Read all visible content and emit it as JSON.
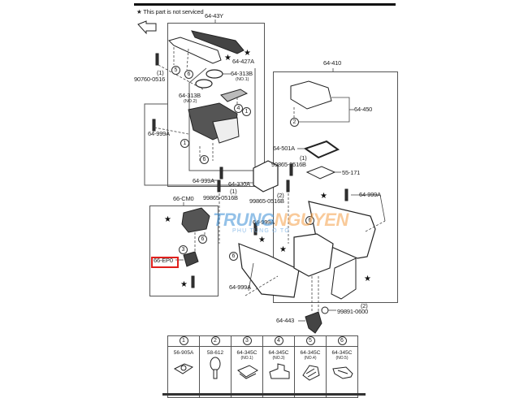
{
  "note": {
    "star": "★",
    "text": "This part is not serviced"
  },
  "fwd_label": "FWD",
  "watermark": {
    "brand_a": "TRUNG",
    "brand_b": "NGUYEN",
    "sub": "PHỤ TÙNG Ô TÔ",
    "color_a": "#3b8fd6",
    "color_b": "#f5a048"
  },
  "highlight_color": "#e0201c",
  "labels": {
    "p6443y": "64-43Y",
    "p64427a": "64-427A",
    "p64313b_1": "64-313B",
    "p64313b_1_sub": "(NO.1)",
    "p64313b_2": "64-313B",
    "p64313b_2_sub": "(NO.2)",
    "p90760_qty": "(1)",
    "p90760": "90760-0516",
    "p64999a_left": "64-999A",
    "p64999a_bottom": "64-999A",
    "p64330a": "64-330A",
    "p64410": "64-410",
    "p64450": "64-450",
    "p64501a": "64-501A",
    "p99865_a_qty": "(1)",
    "p99865_a": "99865-0516B",
    "p55171": "55-171",
    "p64999a_right": "64-999A",
    "p99865_b_qty": "(1)",
    "p99865_b": "99865-0516B",
    "p99865_c_qty": "(2)",
    "p99865_c": "99865-0516B",
    "p66cm0": "66-CM0",
    "p66ep0": "66-EP0",
    "p64999a_mid": "64-999A",
    "p64999a_lower": "64-999A",
    "p64443": "64-443",
    "p99891_qty": "(2)",
    "p99891": "99891-0600"
  },
  "callouts": {
    "c1": "1",
    "c2": "2",
    "c3": "3",
    "c4": "4",
    "c5": "5",
    "c6": "6"
  },
  "legend": [
    {
      "num": "1",
      "part": "56-905A",
      "sub": ""
    },
    {
      "num": "2",
      "part": "58-612",
      "sub": ""
    },
    {
      "num": "3",
      "part": "64-345C",
      "sub": "(NO.1)"
    },
    {
      "num": "4",
      "part": "64-345C",
      "sub": "(NO.3)"
    },
    {
      "num": "5",
      "part": "64-345C",
      "sub": "(NO.4)"
    },
    {
      "num": "6",
      "part": "64-345C",
      "sub": "(NO.5)"
    }
  ]
}
